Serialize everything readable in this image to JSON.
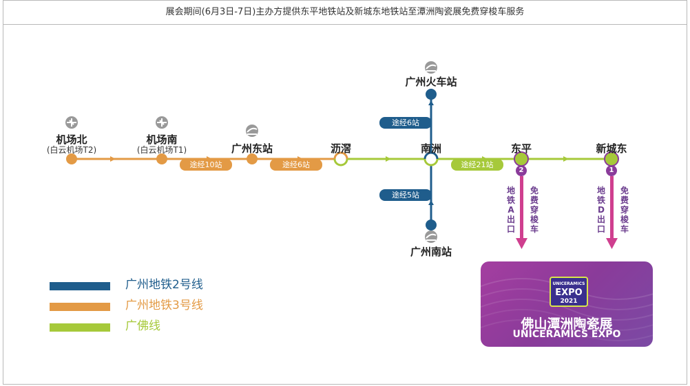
{
  "header": "展会期间(6月3日-7日)主办方提供东平地铁站及新城东地铁站至潭洲陶瓷展免费穿梭车服务",
  "colors": {
    "line2": "#1f5d8c",
    "line3": "#e39a45",
    "guangfo": "#a6c93a",
    "exit_pink": "#cf3f8f",
    "expo_purple": "#8a3b9a",
    "exit_label": "#6b3d8e"
  },
  "stations": {
    "jichangbei": {
      "name": "机场北",
      "sub": "(白云机场T2)",
      "icon": "airplane-icon"
    },
    "jichangnan": {
      "name": "机场南",
      "sub": "(白云机场T1)",
      "icon": "airplane-icon"
    },
    "guangzhoudong": {
      "name": "广州东站",
      "icon": "train-icon"
    },
    "lijiao": {
      "name": "沥滘"
    },
    "nanzhou": {
      "name": "南洲"
    },
    "dongping": {
      "name": "东平"
    },
    "xinchengdong": {
      "name": "新城东"
    },
    "guangzhou_huoche": {
      "name": "广州火车站",
      "icon": "train-icon"
    },
    "guangzhou_nan": {
      "name": "广州南站",
      "icon": "train-icon"
    }
  },
  "via": {
    "v10": "途经10站",
    "v6_line3": "途经6站",
    "v21": "途经21站",
    "v6_line2": "途经6站",
    "v5": "途经5站"
  },
  "exits": {
    "dongping": {
      "number": "2",
      "label": "地铁A出口",
      "shuttle": "免费穿梭车"
    },
    "xinchengdong": {
      "number": "1",
      "label": "地铁D出口",
      "shuttle": "免费穿梭车"
    }
  },
  "legend": [
    {
      "label": "广州地铁2号线",
      "color": "#1f5d8c"
    },
    {
      "label": "广州地铁3号线",
      "color": "#e39a45"
    },
    {
      "label": "广佛线",
      "color": "#a6c93a"
    }
  ],
  "expo": {
    "logo_top": "UNICERAMICS",
    "logo_mid": "EXPO",
    "logo_bottom": "2021",
    "name_cn": "佛山潭洲陶瓷展",
    "name_en": "UNICERAMICS EXPO"
  }
}
